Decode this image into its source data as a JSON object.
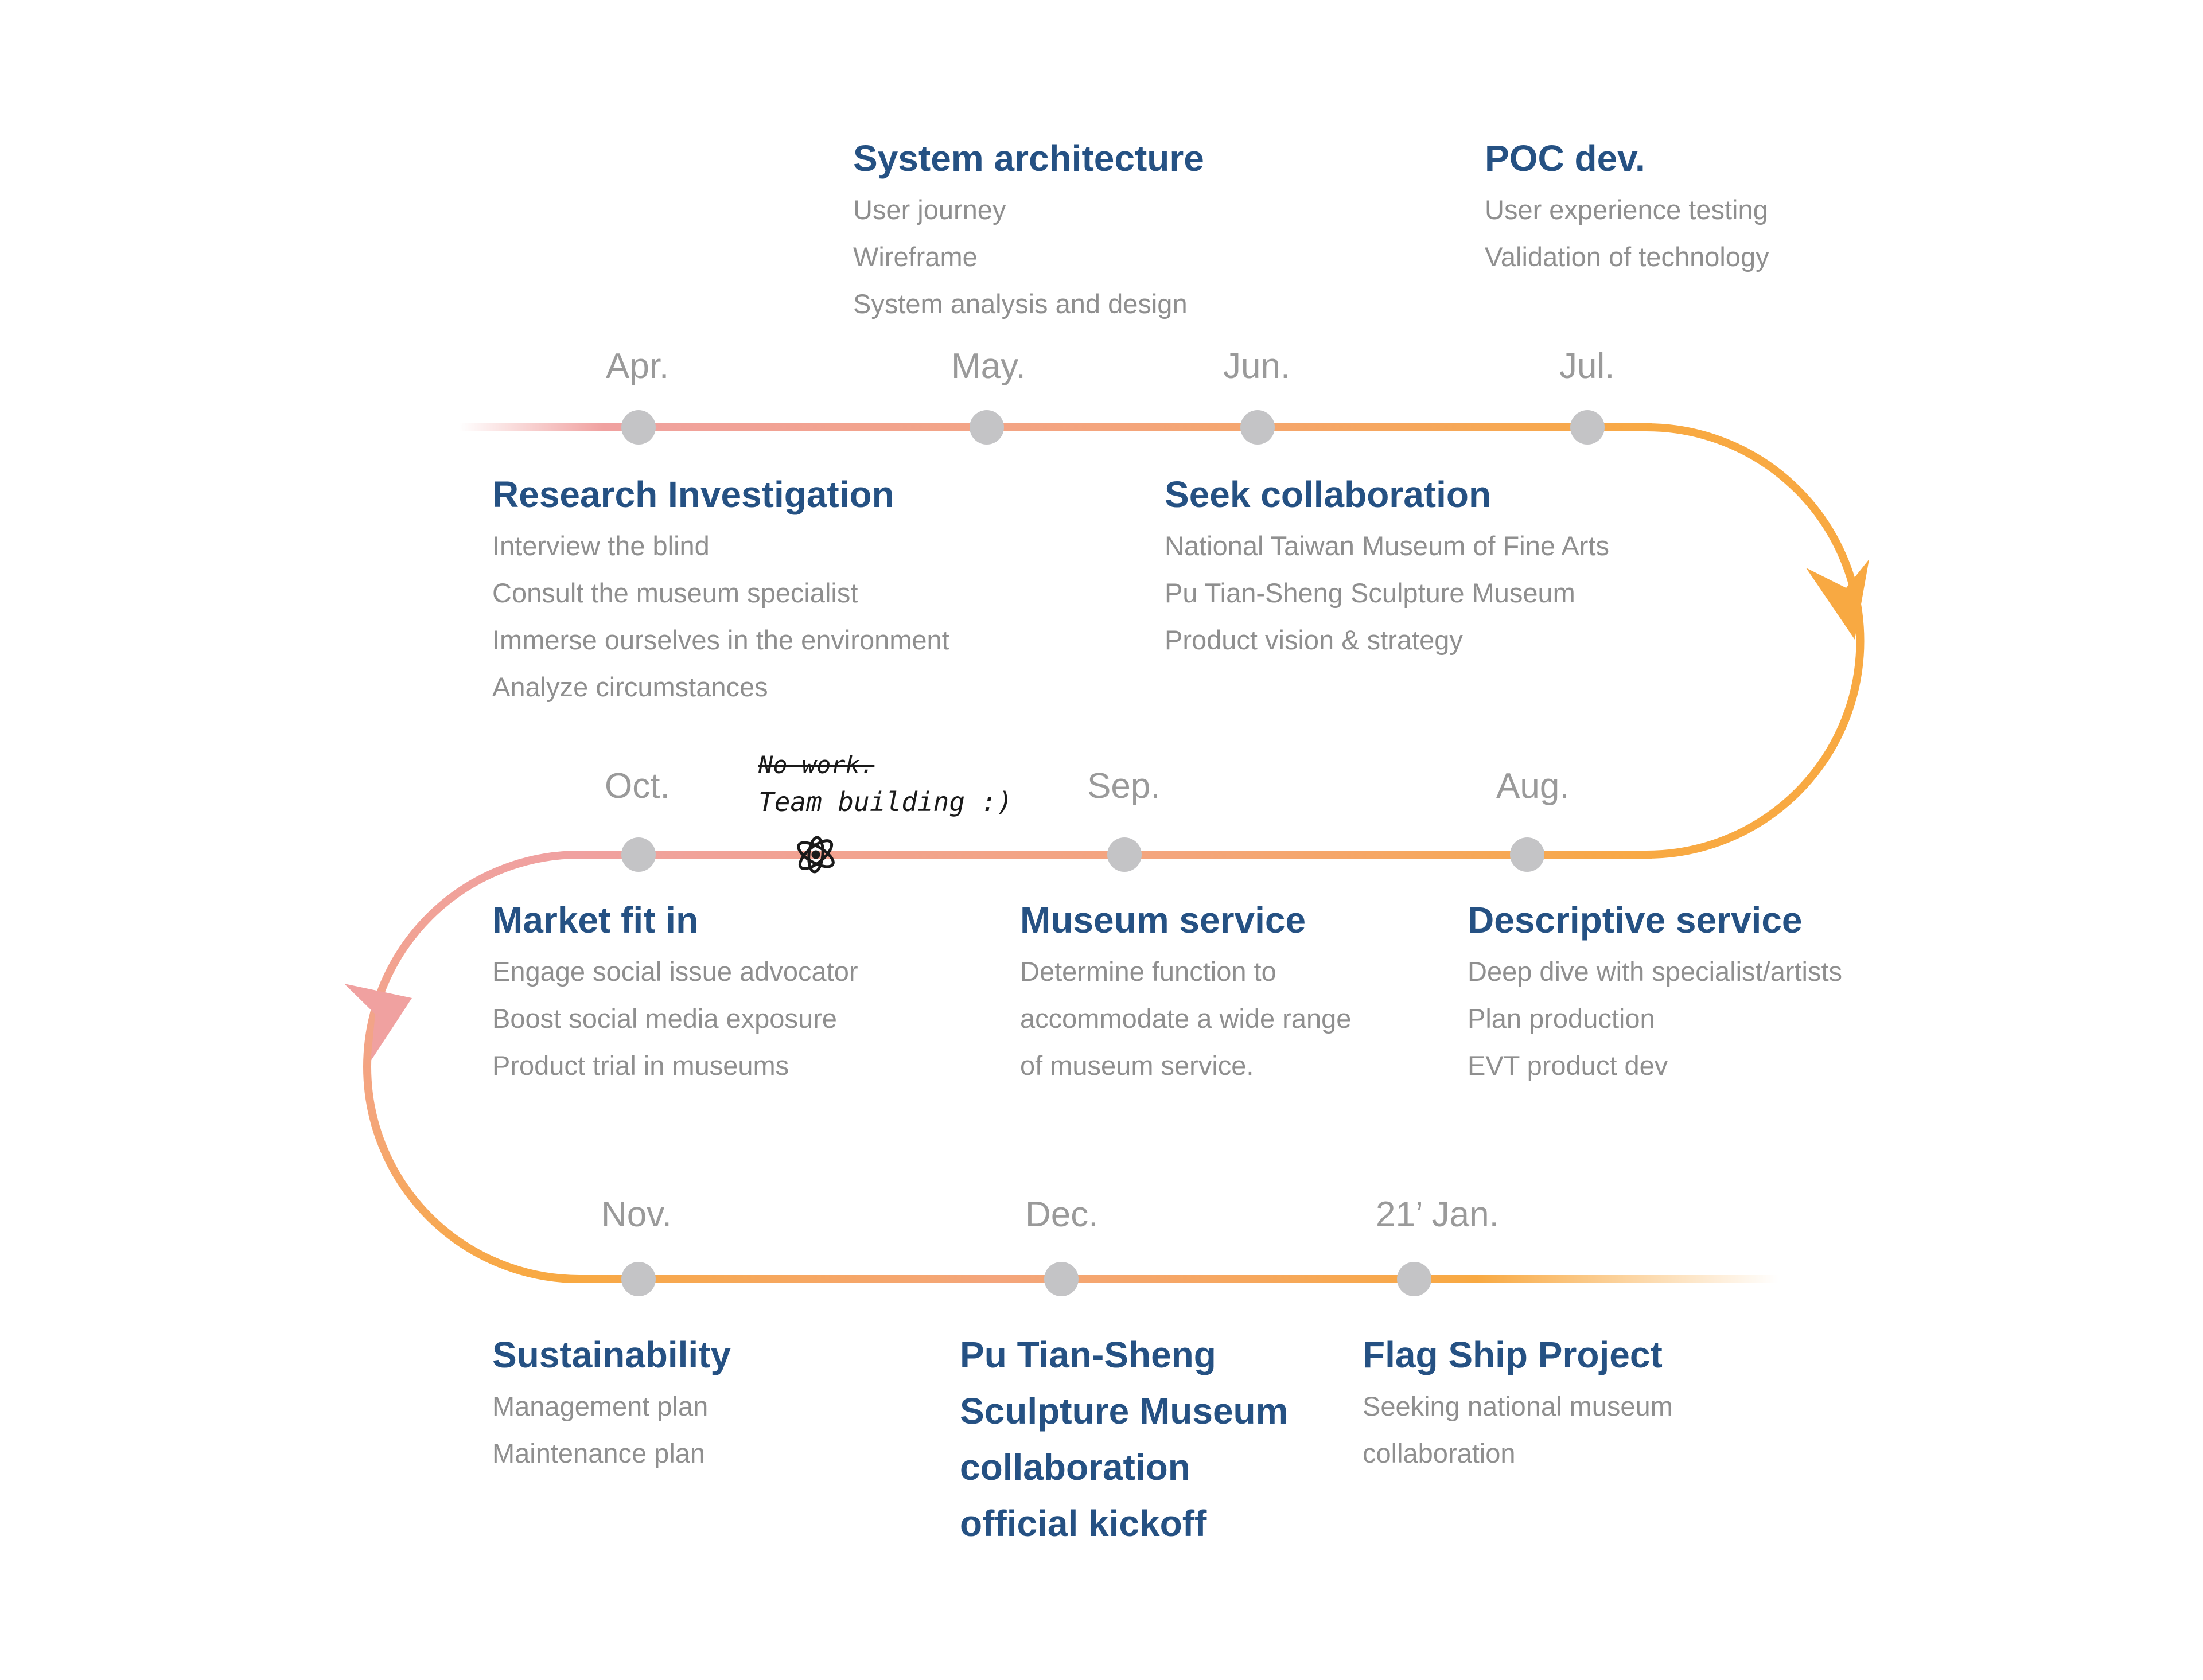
{
  "colors": {
    "title": "#255183",
    "item": "#8f8f8f",
    "month": "#9a9a9a",
    "node": "#c4c4c6",
    "pink": "#f0a1a0",
    "salmon": "#f4a57c",
    "orange": "#f8a942"
  },
  "months": {
    "apr": "Apr.",
    "may": "May.",
    "jun": "Jun.",
    "jul": "Jul.",
    "aug": "Aug.",
    "sep": "Sep.",
    "oct": "Oct.",
    "nov": "Nov.",
    "dec": "Dec.",
    "jan": "21’ Jan."
  },
  "milestones": {
    "system_architecture": {
      "title": "System architecture",
      "items": [
        "User journey",
        "Wireframe",
        "System analysis and design"
      ]
    },
    "poc_dev": {
      "title": "POC dev.",
      "items": [
        "User experience testing",
        "Validation of technology"
      ]
    },
    "research_investigation": {
      "title": "Research Investigation",
      "items": [
        "Interview the blind",
        "Consult the museum specialist",
        "Immerse ourselves in the environment",
        "Analyze circumstances"
      ]
    },
    "seek_collaboration": {
      "title": "Seek collaboration",
      "items": [
        "National Taiwan Museum of Fine Arts",
        "Pu Tian-Sheng Sculpture Museum",
        "Product vision & strategy"
      ]
    },
    "market_fit": {
      "title": "Market fit in",
      "items": [
        "Engage social issue advocator",
        "Boost social media exposure",
        "Product trial in museums"
      ]
    },
    "museum_service": {
      "title": "Museum service",
      "items": [
        "Determine function to",
        "accommodate a wide range",
        "of museum service."
      ]
    },
    "descriptive_service": {
      "title": "Descriptive service",
      "items": [
        "Deep dive with specialist/artists",
        "Plan production",
        "EVT product dev"
      ]
    },
    "sustainability": {
      "title": "Sustainability",
      "items": [
        "Management plan",
        "Maintenance plan"
      ]
    },
    "pu_tian_sheng": {
      "title_lines": [
        "Pu Tian-Sheng",
        "Sculpture Museum",
        "collaboration",
        "official kickoff"
      ]
    },
    "flag_ship": {
      "title": "Flag Ship Project",
      "items": [
        "Seeking national museum",
        "collaboration"
      ]
    }
  },
  "note": {
    "struck": "No work.",
    "text": "Team building :)",
    "icon": "atom-doodle-icon"
  }
}
